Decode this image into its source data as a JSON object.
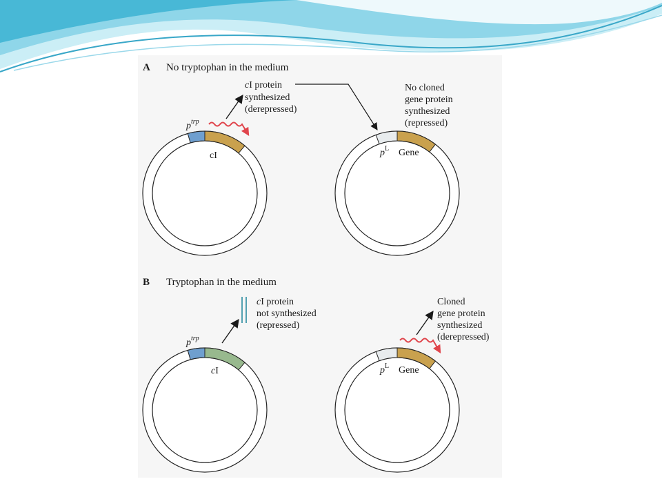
{
  "panel_a": {
    "letter": "A",
    "title": "No tryptophan in the medium",
    "promoter_left_base": "p",
    "promoter_left_sup": "trp",
    "gene_left_label": "cI",
    "note_left": {
      "line1_italic": "c",
      "line1_rest": "I protein",
      "line2": "synthesized",
      "line3": "(derepressed)"
    },
    "promoter_right_base": "p",
    "promoter_right_sup": "L",
    "gene_right_label": "Gene",
    "note_right": {
      "line1": "No cloned",
      "line2": "gene protein",
      "line3": "synthesized",
      "line4": "(repressed)"
    }
  },
  "panel_b": {
    "letter": "B",
    "title": "Tryptophan in the medium",
    "promoter_left_base": "p",
    "promoter_left_sup": "trp",
    "gene_left_label_italic": "c",
    "gene_left_label_rest": "I",
    "note_left": {
      "line1_italic": "c",
      "line1_rest": "I protein",
      "line2": "not synthesized",
      "line3": "(repressed)"
    },
    "promoter_right_base": "p",
    "promoter_right_sup": "L",
    "gene_right_label": "Gene",
    "note_right": {
      "line1": "Cloned",
      "line2": "gene protein",
      "line3": "synthesized",
      "line4": "(derepressed)"
    }
  },
  "colors": {
    "promoter_trp": "#6f9fcf",
    "gene_gold": "#c9a14e",
    "ci_repressed_green": "#98b98e",
    "promoter_l": "#e8ecee",
    "mrna_red": "#e0454c",
    "block_bar": "#2a8ca0",
    "banner_light": "#c9ebf4",
    "banner_mid": "#7fd0e6",
    "banner_dark": "#3fb3d3"
  }
}
